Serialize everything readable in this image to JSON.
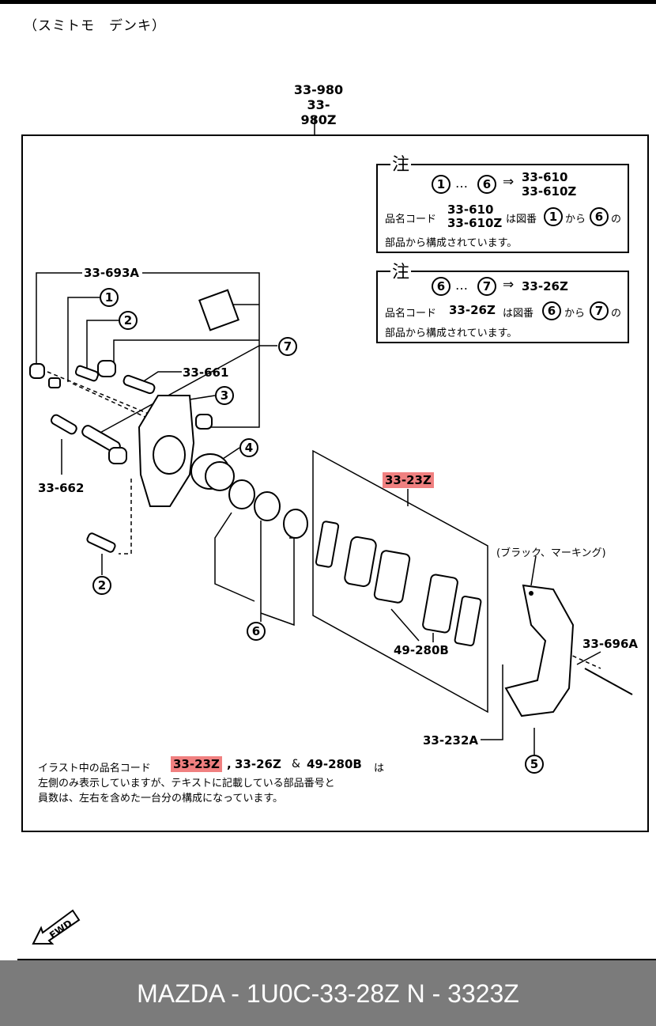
{
  "maker": "（スミトモ　デンキ）",
  "assembly": {
    "code1": "33-980",
    "code2": "33-980Z"
  },
  "note1": {
    "title": "注",
    "range_from": "1",
    "ellipsis": "…",
    "range_to": "6",
    "arrow": "⇒",
    "code1": "33-610",
    "code2": "33-610Z",
    "line1_prefix": "品名コード",
    "line1_mid": "は図番",
    "line1_kara": "から",
    "line1_no": "の",
    "line2": "部品から構成されています。"
  },
  "note2": {
    "title": "注",
    "range_from": "6",
    "ellipsis": "…",
    "range_to": "7",
    "arrow": "⇒",
    "code": "33-26Z",
    "line1_prefix": "品名コード",
    "line1_mid": "は図番",
    "line1_kara": "から",
    "line1_no": "の",
    "line2": "部品から構成されています。"
  },
  "labels": {
    "bracket_kit": "33-693A",
    "pin_upper": "33-661",
    "pin_lower": "33-662",
    "pads": "33-23Z",
    "shims": "49-280B",
    "marking": "(ブラック、マーキング)",
    "spring_pin": "33-696A",
    "clip": "33-232A"
  },
  "callouts": {
    "c1": "1",
    "c2": "2",
    "c3": "3",
    "c4": "4",
    "c5": "5",
    "c6": "6",
    "c7": "7",
    "c2b": "2"
  },
  "bottom_note": {
    "prefix": "イラスト中の品名コード",
    "code1": "33-23Z",
    "sep": ",",
    "code2": "33-26Z",
    "amp": "&",
    "code3": "49-280B",
    "ha": "は",
    "line2": "左側のみ表示していますが、テキストに記載している部品番号と",
    "line3": "員数は、左右を含めた一台分の構成になっています。"
  },
  "fwd": "FWD",
  "footer": "MAZDA - 1U0C-33-28Z     N - 3323Z"
}
